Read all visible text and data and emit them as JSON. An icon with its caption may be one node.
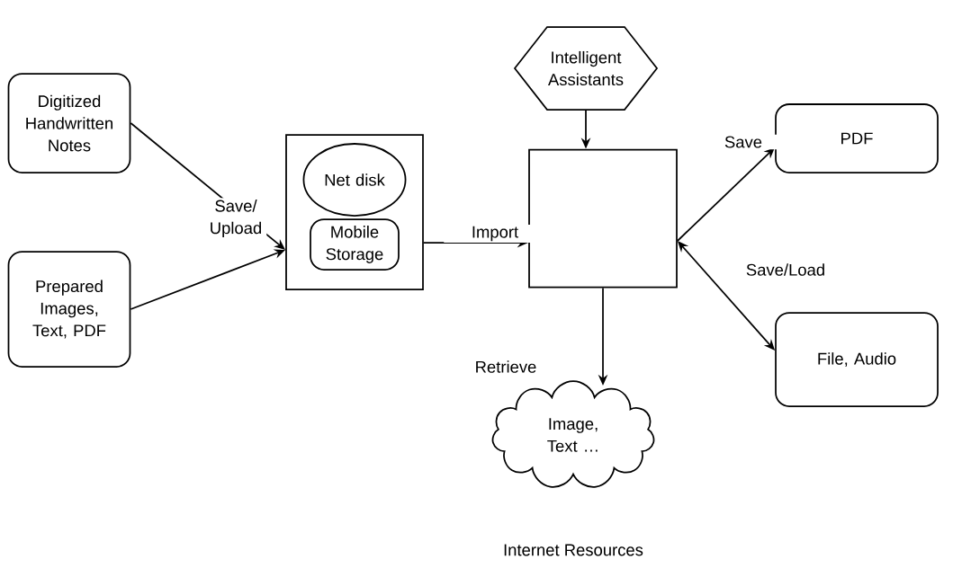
{
  "diagram": {
    "nodes": [
      {
        "text": [
          "Digitized Handwritten Notes"
        ]
      },
      {
        "text": [
          "Prepared Images, Text, PDF"
        ]
      },
      {
        "text": [],
        "shape": "box"
      },
      {
        "text": [
          "Net disk"
        ],
        "in": 2
      },
      {
        "text": [
          "Mobile Storage"
        ],
        "in": 2
      },
      {
        "text": [
          "Intelligent Assistants"
        ]
      },
      {
        "text": [],
        "shape": "box"
      },
      {
        "text": [
          "PDF"
        ]
      },
      {
        "text": [
          "File, Audio"
        ]
      },
      {
        "text": [
          "Image, Text …"
        ],
        "beside": [
          "Internet Resources"
        ]
      }
    ],
    "edges": [
      {
        "from": 0,
        "to": 2,
        "arrow": "to",
        "label": "Save/ Upload"
      },
      {
        "from": 1,
        "to": 2,
        "arrow": "to"
      },
      {
        "from": 2,
        "to": 6,
        "arrow": "to",
        "label": "Import"
      },
      {
        "from": 5,
        "to": 6,
        "arrow": "to"
      },
      {
        "from": 6,
        "to": 7,
        "arrow": "to",
        "label": "Save"
      },
      {
        "from": 6,
        "to": 8,
        "arrow": "both",
        "label": "Save/Load"
      },
      {
        "from": 6,
        "to": 9,
        "arrow": "to",
        "label": "Retrieve"
      }
    ]
  }
}
